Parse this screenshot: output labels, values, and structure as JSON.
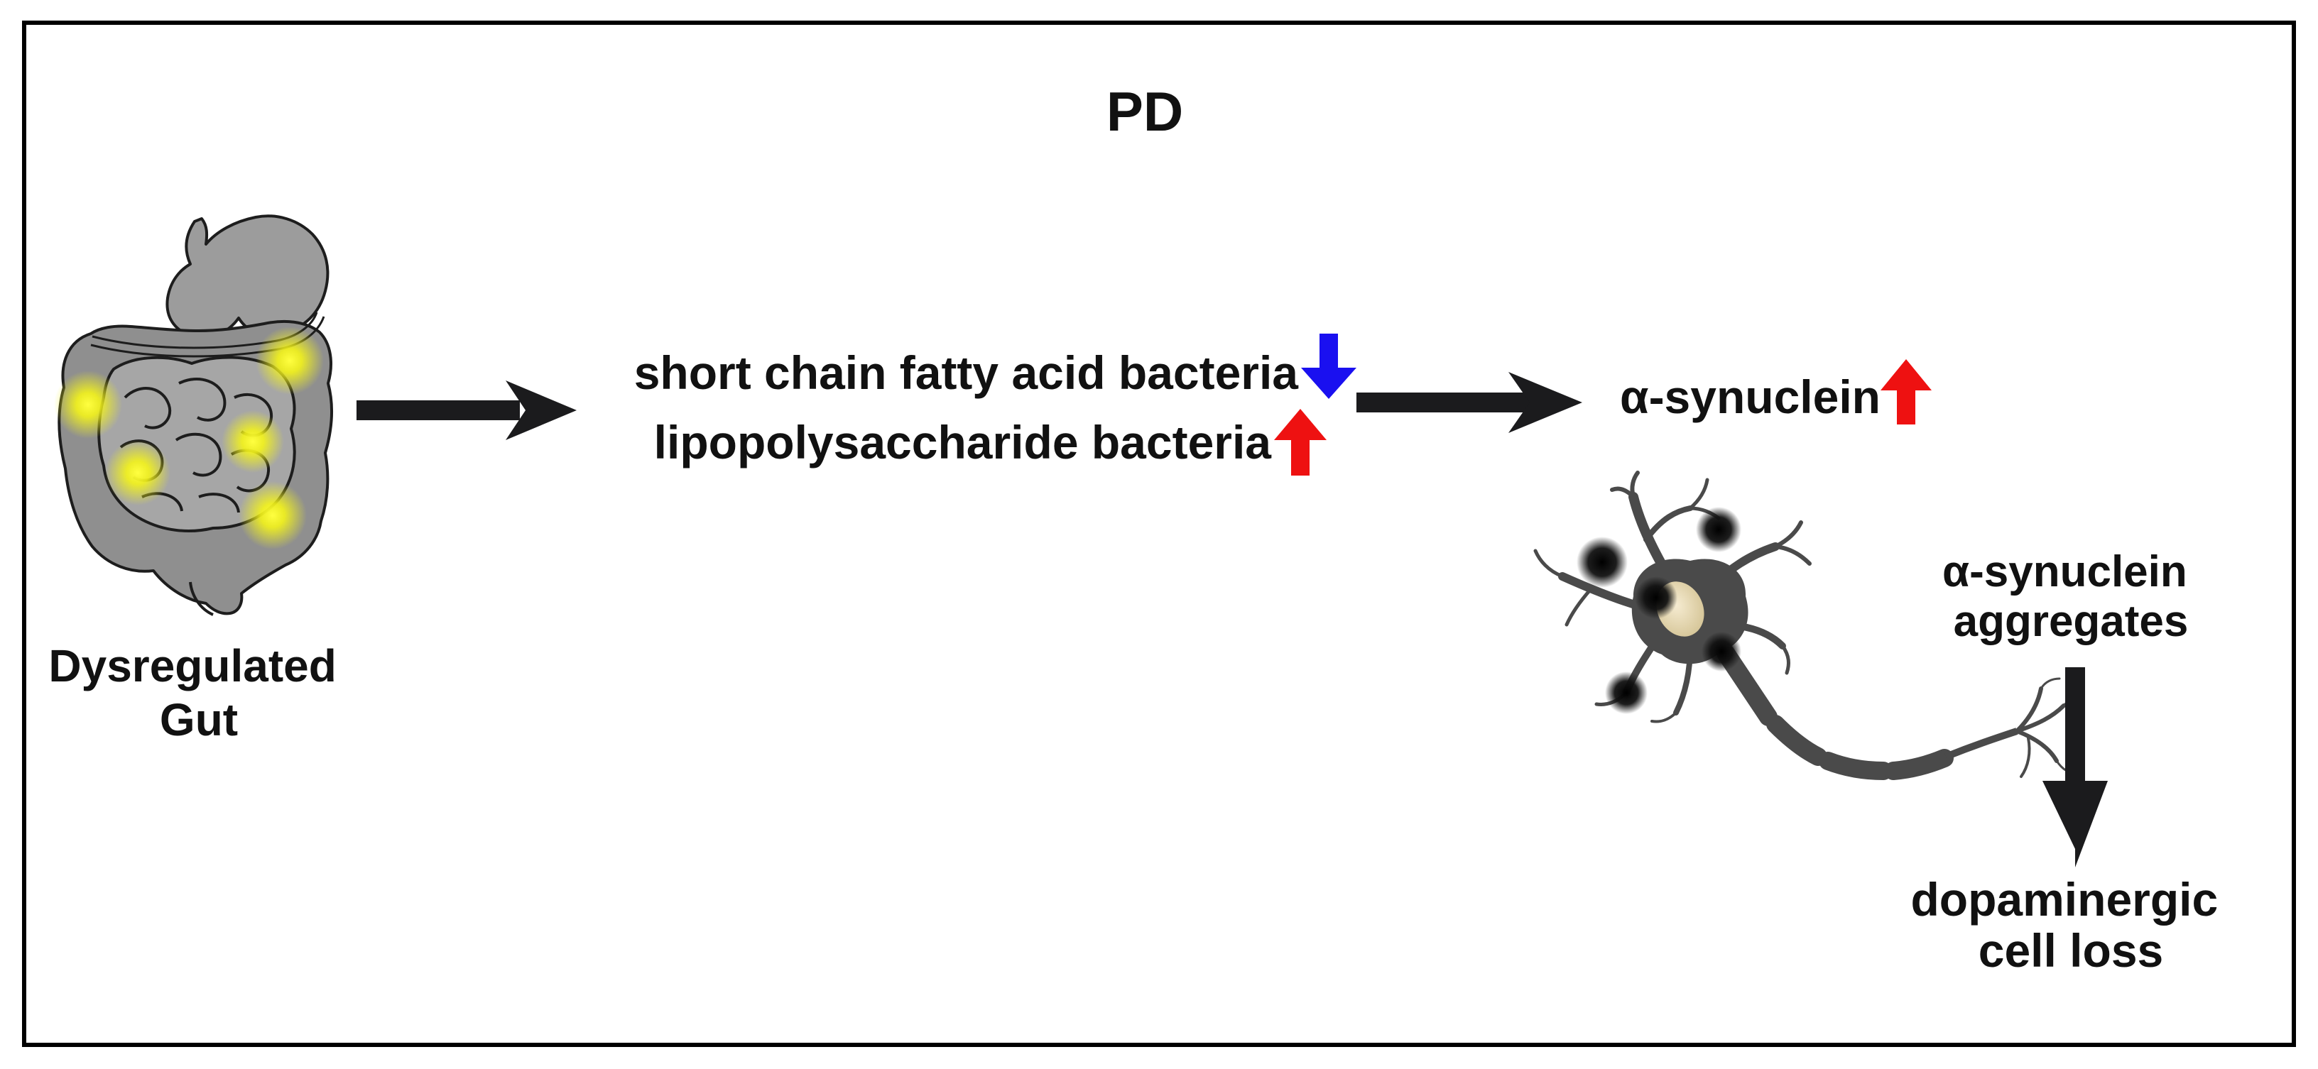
{
  "title": "PD",
  "gut": {
    "label_line1": "Dysregulated",
    "label_line2": "Gut"
  },
  "bacteria": {
    "line1": "short chain fatty acid bacteria",
    "line2": "lipopolysaccharide bacteria",
    "line1_trend": "down",
    "line2_trend": "up"
  },
  "synuclein": {
    "label": "α-synuclein",
    "trend": "up"
  },
  "aggregates": {
    "line1": "α-synuclein",
    "line2": "aggregates"
  },
  "outcome": {
    "line1": "dopaminergic",
    "line2": "cell loss"
  },
  "colors": {
    "increase": "#ee1111",
    "decrease": "#1a10f0",
    "arrow": "#1b1b1d",
    "gut_fill": "#9a9a9a",
    "inflammation": "#f2f21a",
    "neuron": "#4a4a4a",
    "border": "#000000"
  },
  "icons": [
    "gut-icon",
    "neuron-icon",
    "up-arrow-icon",
    "down-arrow-icon",
    "flow-arrow-icon"
  ]
}
